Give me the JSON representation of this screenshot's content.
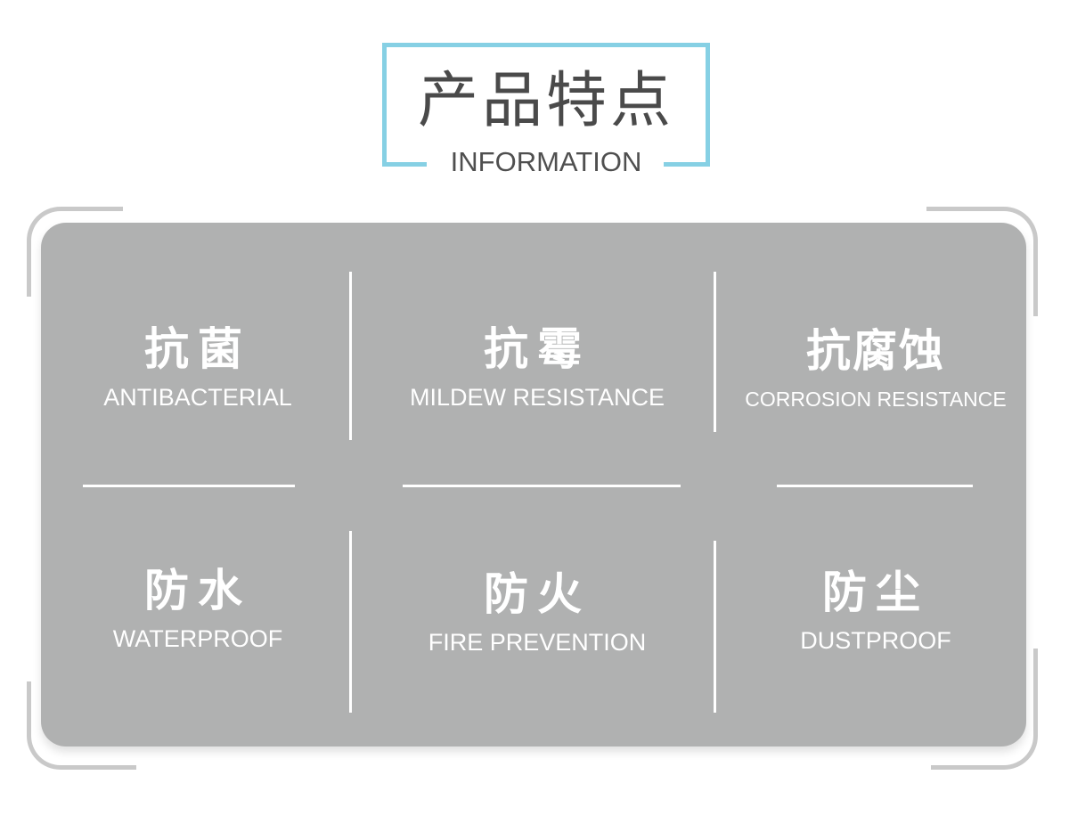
{
  "header": {
    "title": "产品特点",
    "subtitle": "INFORMATION",
    "accent_color": "#86d0e4"
  },
  "card": {
    "background_color": "#b0b1b1",
    "features": [
      {
        "title": "抗菌",
        "subtitle": "ANTIBACTERIAL"
      },
      {
        "title": "抗霉",
        "subtitle": "MILDEW RESISTANCE"
      },
      {
        "title": "抗腐蚀",
        "subtitle": "CORROSION RESISTANCE"
      },
      {
        "title": "防水",
        "subtitle": "WATERPROOF"
      },
      {
        "title": "防火",
        "subtitle": "FIRE PREVENTION"
      },
      {
        "title": "防尘",
        "subtitle": "DUSTPROOF"
      }
    ]
  }
}
